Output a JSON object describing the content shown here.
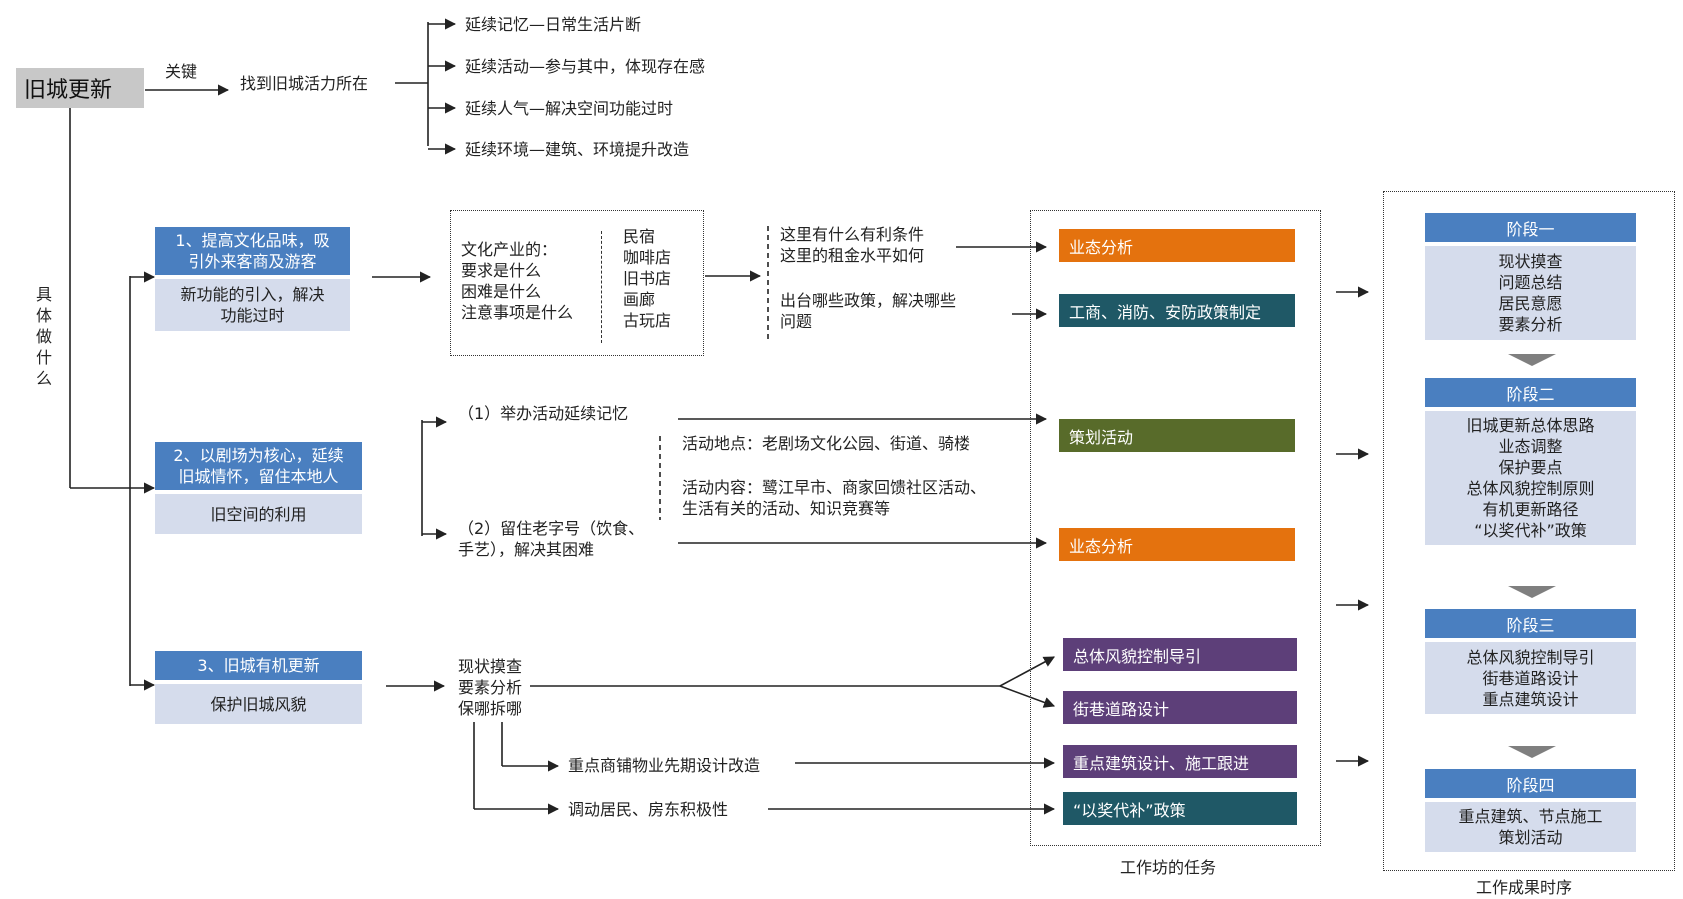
{
  "root": {
    "title": "旧城更新"
  },
  "top": {
    "key_label": "关键",
    "find_label": "找到旧城活力所在",
    "branches": [
      "延续记忆—日常生活片断",
      "延续活动—参与其中，体现存在感",
      "延续人气—解决空间功能过时",
      "延续环境—建筑、环境提升改造"
    ]
  },
  "side_label_chars": [
    "具",
    "体",
    "做",
    "什",
    "么"
  ],
  "strategies": [
    {
      "title": "1、提高文化品味，吸\n引外来客商及游客",
      "desc": "新功能的引入，解决\n功能过时"
    },
    {
      "title": "2、以剧场为核心，延续\n旧城情怀，留住本地人",
      "desc": "旧空间的利用"
    },
    {
      "title": "3、旧城有机更新",
      "desc": "保护旧城风貌"
    }
  ],
  "culture": {
    "questions": "文化产业的：\n要求是什么\n困难是什么\n注意事项是什么",
    "types": "民宿\n咖啡店\n旧书店\n画廊\n古玩店",
    "cond1": "这里有什么有利条件\n这里的租金水平如何",
    "cond2": "出台哪些政策，解决哪些\n问题"
  },
  "activity": {
    "item1": "（1）举办活动延续记忆",
    "location": "活动地点：老剧场文化公园、街道、骑楼",
    "content": "活动内容：鹭江早市、商家回馈社区活动、\n生活有关的活动、知识竞赛等",
    "item2": "（2）留住老字号（饮食、\n手艺），解决其困难"
  },
  "renewal": {
    "steps": "现状摸查\n要素分析\n保哪拆哪",
    "branch1": "重点商铺物业先期设计改造",
    "branch2": "调动居民、房东积极性"
  },
  "tasks": {
    "items": [
      {
        "label": "业态分析",
        "color": "#e4720e"
      },
      {
        "label": "工商、消防、安防政策制定",
        "color": "#1f5866"
      },
      {
        "label": "策划活动",
        "color": "#586b2a"
      },
      {
        "label": "业态分析",
        "color": "#e4720e"
      },
      {
        "label": "总体风貌控制导引",
        "color": "#5d3f79"
      },
      {
        "label": "街巷道路设计",
        "color": "#5d3f79"
      },
      {
        "label": "重点建筑设计、施工跟进",
        "color": "#5d3f79"
      },
      {
        "label": "“以奖代补”政策",
        "color": "#1f5866"
      }
    ],
    "caption": "工作坊的任务"
  },
  "stages": {
    "items": [
      {
        "title": "阶段一",
        "body": "现状摸查\n问题总结\n居民意愿\n要素分析"
      },
      {
        "title": "阶段二",
        "body": "旧城更新总体思路\n业态调整\n保护要点\n总体风貌控制原则\n有机更新路径\n“以奖代补”政策"
      },
      {
        "title": "阶段三",
        "body": "总体风貌控制导引\n街巷道路设计\n重点建筑设计"
      },
      {
        "title": "阶段四",
        "body": "重点建筑、节点施工\n策划活动"
      }
    ],
    "caption": "工作成果时序"
  },
  "colors": {
    "header_blue": "#4a7fc0",
    "light_blue": "#d5dcec",
    "orange": "#e4720e",
    "teal": "#1f5866",
    "olive": "#586b2a",
    "purple": "#5d3f79",
    "root_gray": "#c8c8c8"
  }
}
